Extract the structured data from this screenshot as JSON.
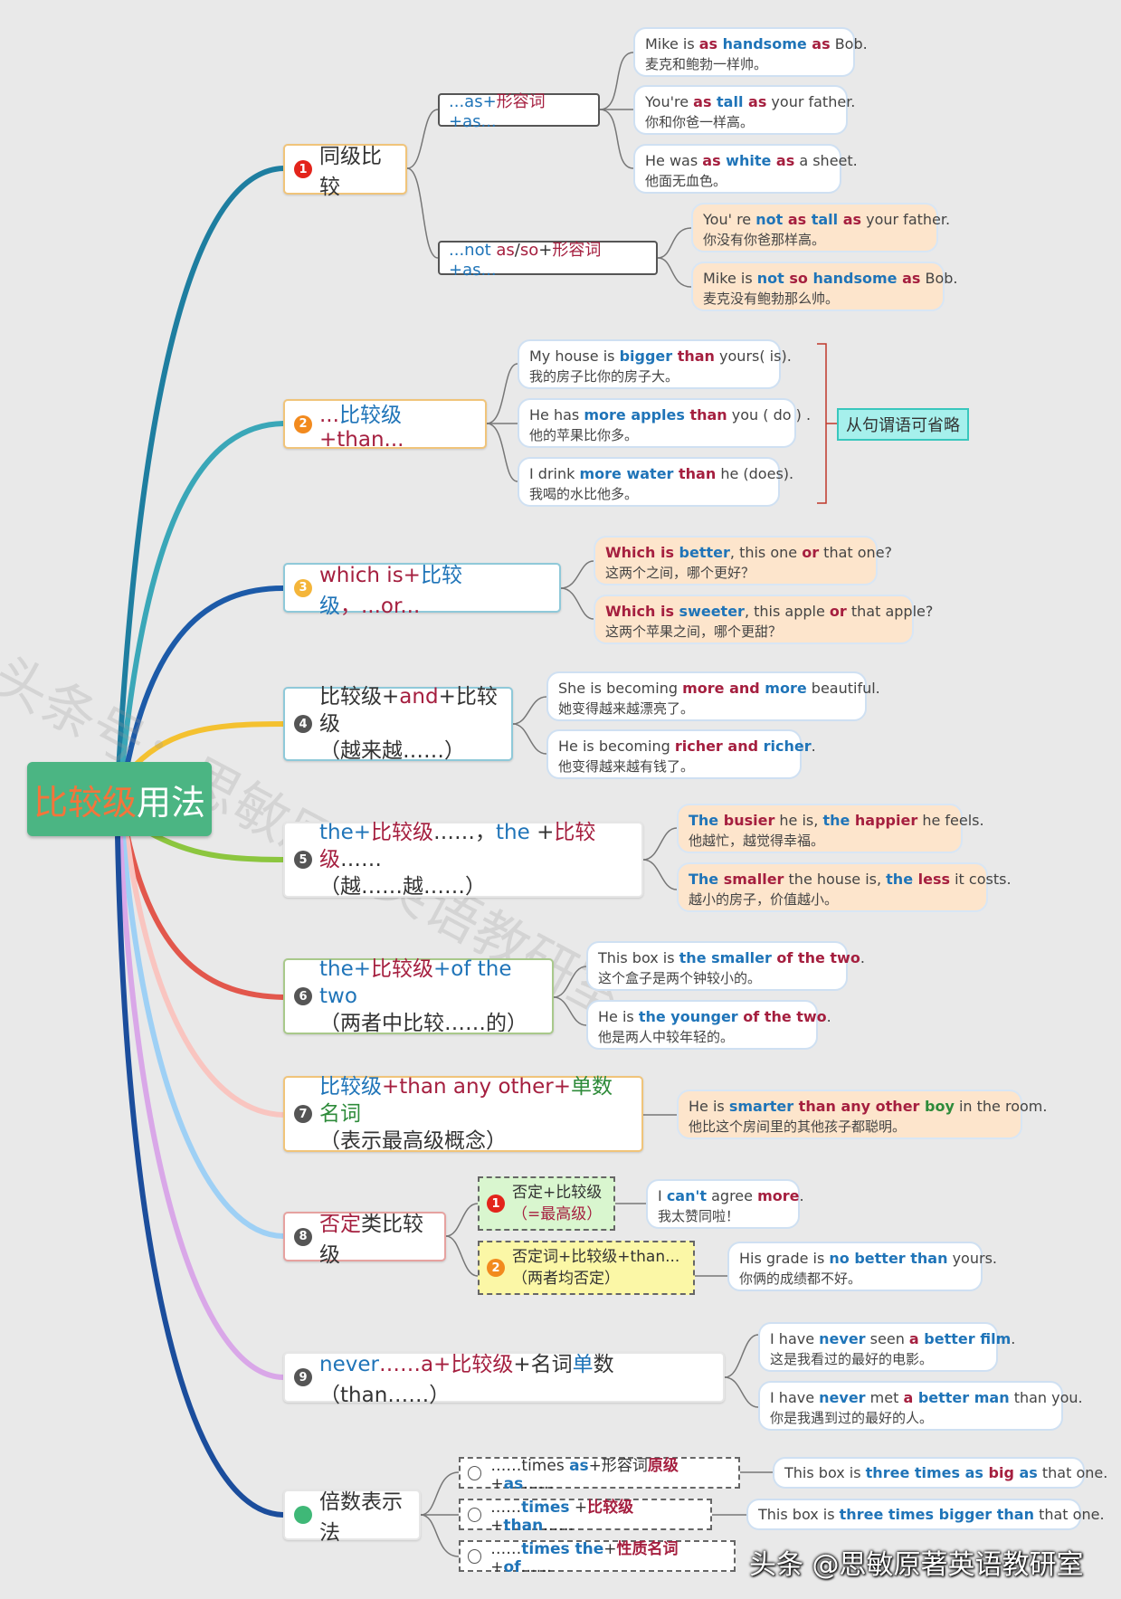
{
  "title": {
    "part1": "比较级",
    "part2": "用法"
  },
  "watermark": "头条号：思敏原著英语教研室",
  "signature": "头条 @思敏原著英语教研室",
  "colors": {
    "center": "#4bb583",
    "branch1": "#1e7ea0",
    "branch2": "#3aa7b8",
    "branch3": "#1c5aa8",
    "branch4": "#f4c130",
    "branch5": "#8cc63f",
    "branch6": "#e2574c",
    "branch7": "#f9c5c0",
    "branch8": "#9ed0f5",
    "branch9": "#d9a7e8",
    "branch10": "#1b4d9c"
  },
  "nodes": {
    "n1": {
      "badge": "1",
      "label": "同级比较",
      "subs": [
        {
          "parts": [
            "...as+",
            "形容词",
            "+as..."
          ]
        },
        {
          "parts": [
            "...not ",
            "as",
            "/",
            "so",
            "+",
            "形容词",
            "+as..."
          ]
        }
      ],
      "leaves_a": [
        {
          "en": [
            "Mike is ",
            "as ",
            "handsome ",
            "as",
            " Bob."
          ],
          "zh": "麦克和鲍勃一样帅。"
        },
        {
          "en": [
            "You're ",
            "as ",
            "tall ",
            "as",
            " your father."
          ],
          "zh": "你和你爸一样高。"
        },
        {
          "en": [
            "He was ",
            "as ",
            "white ",
            "as",
            " a sheet."
          ],
          "zh": "他面无血色。"
        }
      ],
      "leaves_b": [
        {
          "en": [
            "You' re ",
            "not ",
            "as ",
            "tall ",
            "as",
            " your father."
          ],
          "zh": "你没有你爸那样高。"
        },
        {
          "en": [
            "Mike is ",
            "not ",
            "so ",
            "handsome ",
            "as",
            " Bob."
          ],
          "zh": "麦克没有鲍勃那么帅。"
        }
      ]
    },
    "n2": {
      "badge": "2",
      "parts": [
        "...",
        "比较级",
        "+than..."
      ],
      "leaves": [
        {
          "en": [
            "My house is ",
            "bigger ",
            "than",
            " yours( is)."
          ],
          "zh": "我的房子比你的房子大。"
        },
        {
          "en": [
            "He has ",
            "more ",
            "apples ",
            "than",
            " you ( do ) ."
          ],
          "zh": "他的苹果比你多。"
        },
        {
          "en": [
            "I drink ",
            "more ",
            "water ",
            "than",
            " he (does)."
          ],
          "zh": "我喝的水比他多。"
        }
      ],
      "tag": "从句谓语可省略"
    },
    "n3": {
      "badge": "3",
      "parts": [
        "which is+",
        "比较级",
        "，...or..."
      ],
      "leaves": [
        {
          "en": [
            "Which ",
            "is ",
            "better",
            ", this one ",
            "or",
            " that one?"
          ],
          "zh": "这两个之间，哪个更好？"
        },
        {
          "en": [
            "Which ",
            "is ",
            "sweeter",
            ", this apple ",
            "or",
            " that apple?"
          ],
          "zh": "这两个苹果之间，哪个更甜？"
        }
      ]
    },
    "n4": {
      "badge": "4",
      "line1": [
        "比较级+",
        "and",
        "+比较级"
      ],
      "line2": "（越来越……）",
      "leaves": [
        {
          "en": [
            "She is becoming ",
            "more ",
            "and ",
            "more",
            " beautiful."
          ],
          "zh": "她变得越来越漂亮了。"
        },
        {
          "en": [
            "He is becoming ",
            "richer ",
            "and ",
            "richer",
            "."
          ],
          "zh": "他变得越来越有钱了。"
        }
      ]
    },
    "n5": {
      "badge": "5",
      "line1": [
        "the+",
        "比较级",
        "……，",
        "the ",
        "+",
        "比较级",
        "……"
      ],
      "line2": "（越……越……）",
      "leaves": [
        {
          "en": [
            "The ",
            "busier",
            " he is, ",
            "the ",
            "happier",
            " he feels."
          ],
          "zh": "他越忙，越觉得幸福。"
        },
        {
          "en": [
            "The ",
            "smaller",
            " the house is, ",
            "the ",
            "less",
            " it costs."
          ],
          "zh": "越小的房子，价值越小。"
        }
      ]
    },
    "n6": {
      "badge": "6",
      "line1": [
        "the+",
        "比较级",
        "+of the two"
      ],
      "line2": "（两者中比较……的）",
      "leaves": [
        {
          "en": [
            "This box is ",
            "the ",
            "smaller ",
            "of the two",
            "."
          ],
          "zh": "这个盒子是两个钟较小的。"
        },
        {
          "en": [
            "He is ",
            "the ",
            "younger ",
            "of the two",
            "."
          ],
          "zh": "他是两人中较年轻的。"
        }
      ]
    },
    "n7": {
      "badge": "7",
      "line1": [
        "比较级",
        "+than any other+",
        "单数名词"
      ],
      "line2": "（表示最高级概念）",
      "leaves": [
        {
          "en": [
            "He is ",
            "smarter ",
            "than ",
            "any other ",
            "boy",
            " in the room."
          ],
          "zh": "他比这个房间里的其他孩子都聪明。"
        }
      ]
    },
    "n8": {
      "badge": "8",
      "parts": [
        "否定",
        "类比较级"
      ],
      "subs": [
        {
          "badge": "1",
          "line1": "否定+比较级",
          "line2": "（=最高级）"
        },
        {
          "badge": "2",
          "line1": "否定词+比较级+than...",
          "line2": "（两者均否定）"
        }
      ],
      "leaves": [
        {
          "en": [
            "I ",
            "can't",
            " agree ",
            "more",
            "."
          ],
          "zh": "我太赞同啦！"
        },
        {
          "en": [
            "His grade is ",
            "no ",
            "better ",
            "than",
            " yours."
          ],
          "zh": "你俩的成绩都不好。"
        }
      ]
    },
    "n9": {
      "badge": "9",
      "parts": [
        "never",
        "……a+",
        "比较级",
        "+名词",
        "单",
        "数（than……）"
      ],
      "leaves": [
        {
          "en": [
            "I have ",
            "never",
            " seen ",
            "a ",
            "better ",
            "film",
            "."
          ],
          "zh": "这是我看过的最好的电影。"
        },
        {
          "en": [
            "I have ",
            "never",
            " met ",
            "a ",
            "better ",
            "man",
            " than you."
          ],
          "zh": "你是我遇到过的最好的人。"
        }
      ]
    },
    "n10": {
      "label": "倍数表示法",
      "subs": [
        {
          "parts": [
            "……times ",
            "as",
            "+形容词",
            "原级",
            "+",
            "as",
            "……"
          ]
        },
        {
          "parts": [
            "……",
            "times",
            " +",
            "比较级",
            "+",
            "than",
            "……"
          ]
        },
        {
          "parts": [
            "……",
            "times the",
            "+",
            "性质名词",
            "+",
            "of",
            "……"
          ]
        }
      ],
      "leaves": [
        {
          "en": [
            "This box is ",
            "three times ",
            "as ",
            "big ",
            "as",
            " that one."
          ]
        },
        {
          "en": [
            "This box is ",
            "three times ",
            "bigger ",
            "than",
            " that one."
          ]
        }
      ]
    }
  }
}
